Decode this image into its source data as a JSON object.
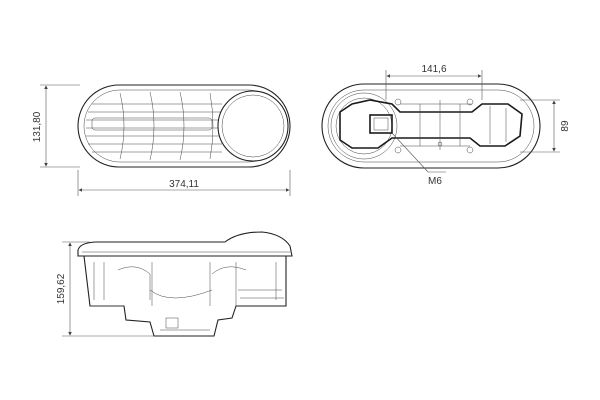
{
  "dimensions": {
    "overall_length": "374,11",
    "height_top_view": "131,80",
    "spacing_bottom_view": "141,6",
    "width_bottom_view": "89",
    "thread": "M6",
    "height_side_view": "159,62"
  },
  "colors": {
    "line": "#222222",
    "dimension": "#555555",
    "background": "#ffffff"
  }
}
